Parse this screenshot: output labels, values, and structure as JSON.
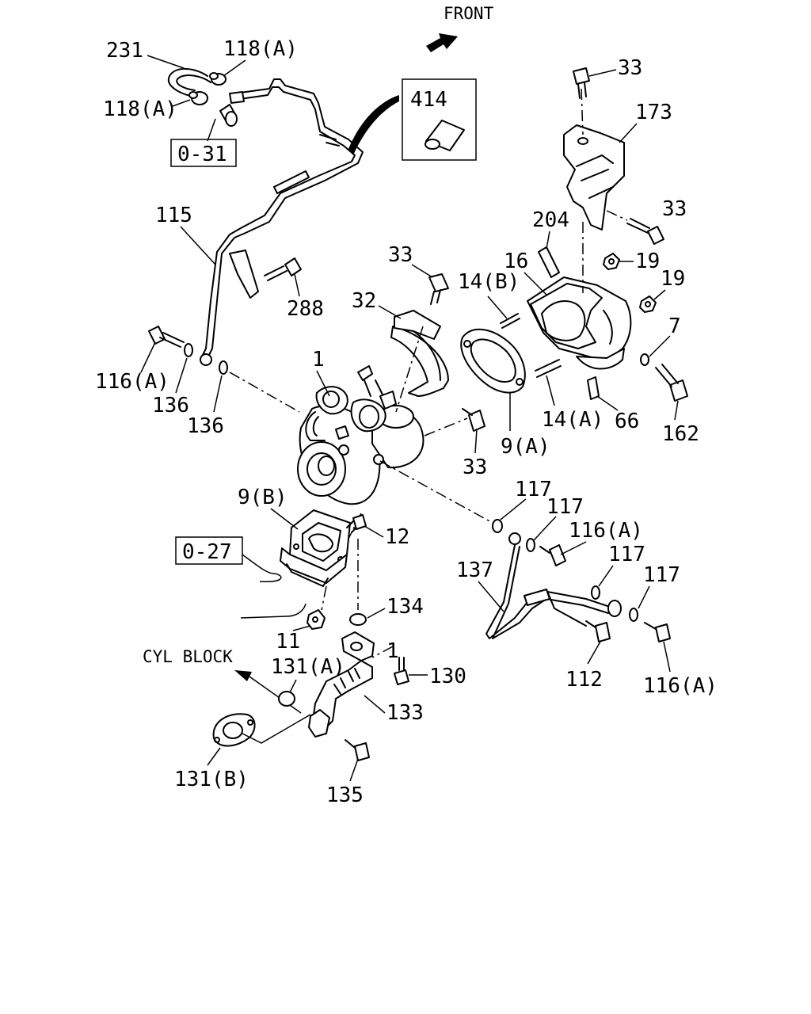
{
  "header": {
    "front_label": "FRONT"
  },
  "callouts": {
    "c231": "231",
    "c118a_top": "118(A)",
    "c118a_left": "118(A)",
    "ref_031": "0-31",
    "c414": "414",
    "c33_top": "33",
    "c173": "173",
    "c33_right": "33",
    "c115": "115",
    "c204": "204",
    "c16": "16",
    "c19_a": "19",
    "c19_b": "19",
    "c33_mid": "33",
    "c14b": "14(B)",
    "c32": "32",
    "c288": "288",
    "c7": "7",
    "c116a_left": "116(A)",
    "c136_a": "136",
    "c136_b": "136",
    "c1": "1",
    "c14a": "14(A)",
    "c66": "66",
    "c162": "162",
    "c9a": "9(A)",
    "c33_low": "33",
    "c117_a": "117",
    "c117_b": "117",
    "c116a_mid": "116(A)",
    "c9b": "9(B)",
    "c12": "12",
    "ref_027": "0-27",
    "c137": "137",
    "c117_c": "117",
    "c117_d": "117",
    "c134": "134",
    "c11": "11",
    "c112": "112",
    "c116a_low": "116(A)",
    "cyl_block": "CYL BLOCK",
    "c131a": "131(A)",
    "c1_low": "1",
    "c130": "130",
    "c133": "133",
    "c131b": "131(B)",
    "c135": "135"
  }
}
